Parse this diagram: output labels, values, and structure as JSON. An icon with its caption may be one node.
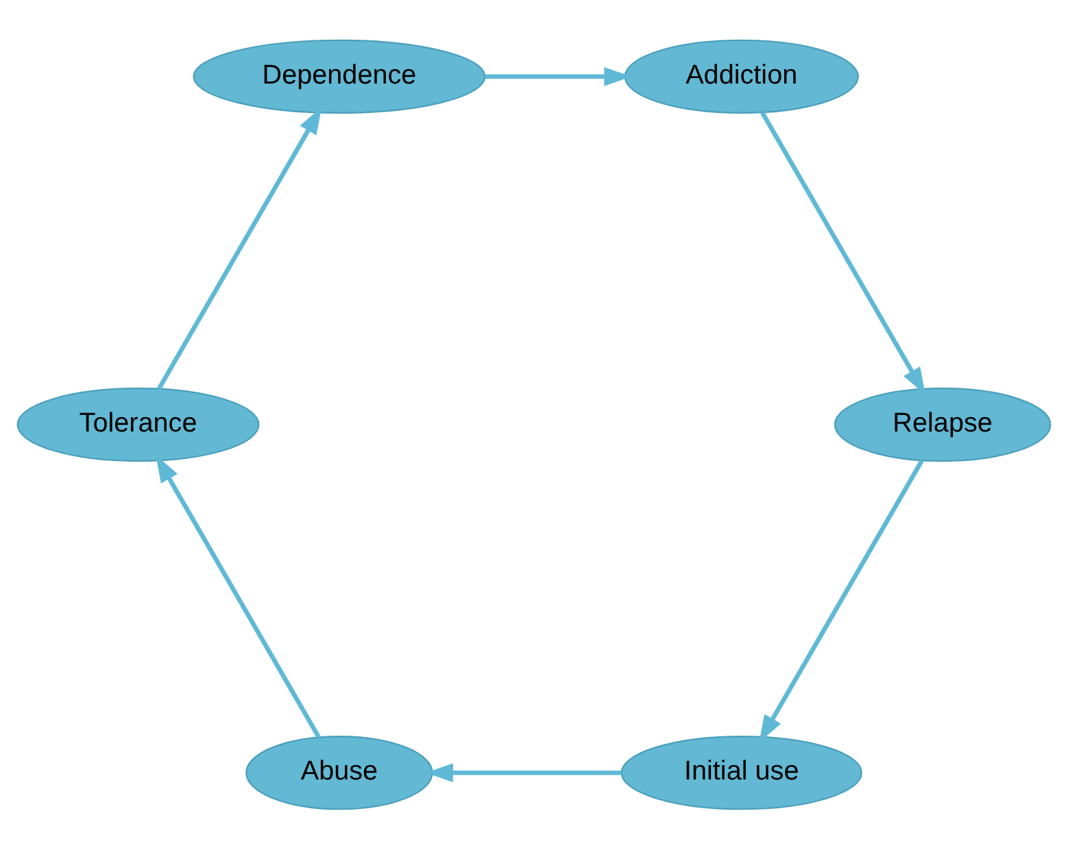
{
  "diagram": {
    "nodes": [
      {
        "text": [
          "Initial use"
        ]
      },
      {
        "text": [
          "Abuse"
        ]
      },
      {
        "text": [
          "Tolerance"
        ]
      },
      {
        "text": [
          "Dependence"
        ]
      },
      {
        "text": [
          "Addiction"
        ]
      },
      {
        "text": [
          "Relapse"
        ]
      }
    ],
    "edges": [
      {
        "from": 0,
        "to": 1,
        "arrow": "to"
      },
      {
        "from": 1,
        "to": 2,
        "arrow": "to"
      },
      {
        "from": 2,
        "to": 3,
        "arrow": "to"
      },
      {
        "from": 3,
        "to": 4,
        "arrow": "to"
      },
      {
        "from": 4,
        "to": 5,
        "arrow": "to"
      },
      {
        "from": 5,
        "to": 0,
        "arrow": "to"
      }
    ]
  }
}
